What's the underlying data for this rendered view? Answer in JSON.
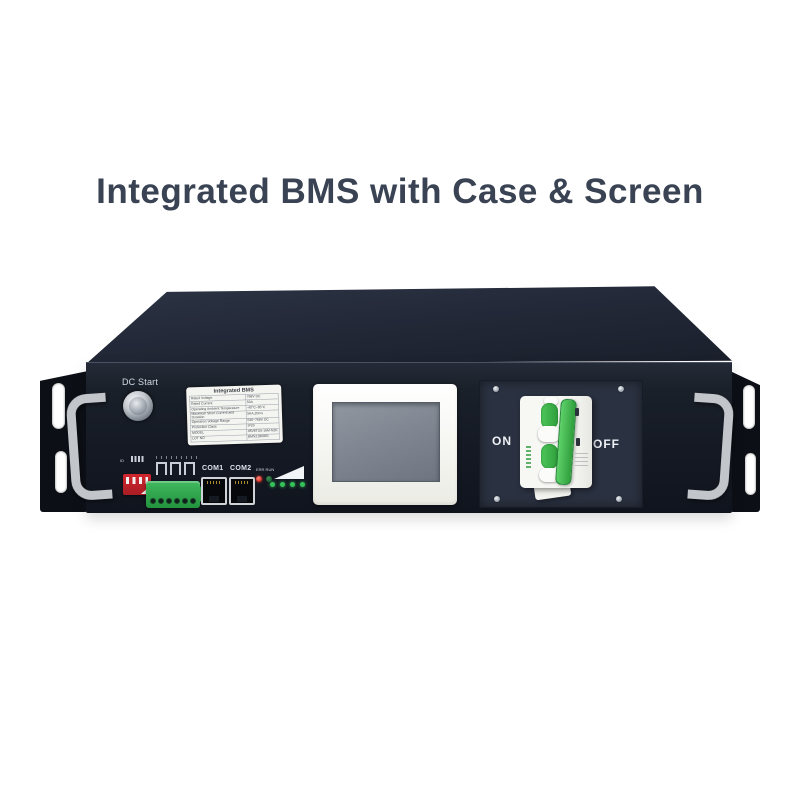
{
  "title": {
    "text": "Integrated BMS with Case & Screen",
    "color": "#3a4353"
  },
  "device": {
    "front_panel": {
      "dc_start_label": "DC Start",
      "spec_label": {
        "title": "Integrated BMS",
        "rows": [
          {
            "name": "Rated Voltage",
            "value": "768V DC"
          },
          {
            "name": "Rated Current",
            "value": "50A"
          },
          {
            "name": "Operating Ambient Temperature",
            "value": "-40°C~85°C"
          },
          {
            "name": "Maximum Short Current and Duration",
            "value": "5KA,20ms"
          },
          {
            "name": "Operation Voltage Range",
            "value": "540~768V DC"
          },
          {
            "name": "Protection Class",
            "value": "IP20"
          },
          {
            "name": "MODEL",
            "value": "48V6TU5-16M-N2K"
          },
          {
            "name": "LOT NO",
            "value": "BMS21B0801"
          }
        ]
      },
      "io": {
        "id_label": "ID",
        "com1_label": "COM1",
        "com2_label": "COM2",
        "status_leds_label": "ERR RUN"
      },
      "breaker": {
        "on_label": "ON",
        "off_label": "OFF"
      }
    },
    "colors": {
      "chassis": "#161b25",
      "accent_green": "#3cb94a",
      "terminal_green": "#2fa84e",
      "dip_red": "#c8242b",
      "led_red": "#d32a1f",
      "led_green": "#35c258",
      "title_text": "#3a4353"
    }
  }
}
